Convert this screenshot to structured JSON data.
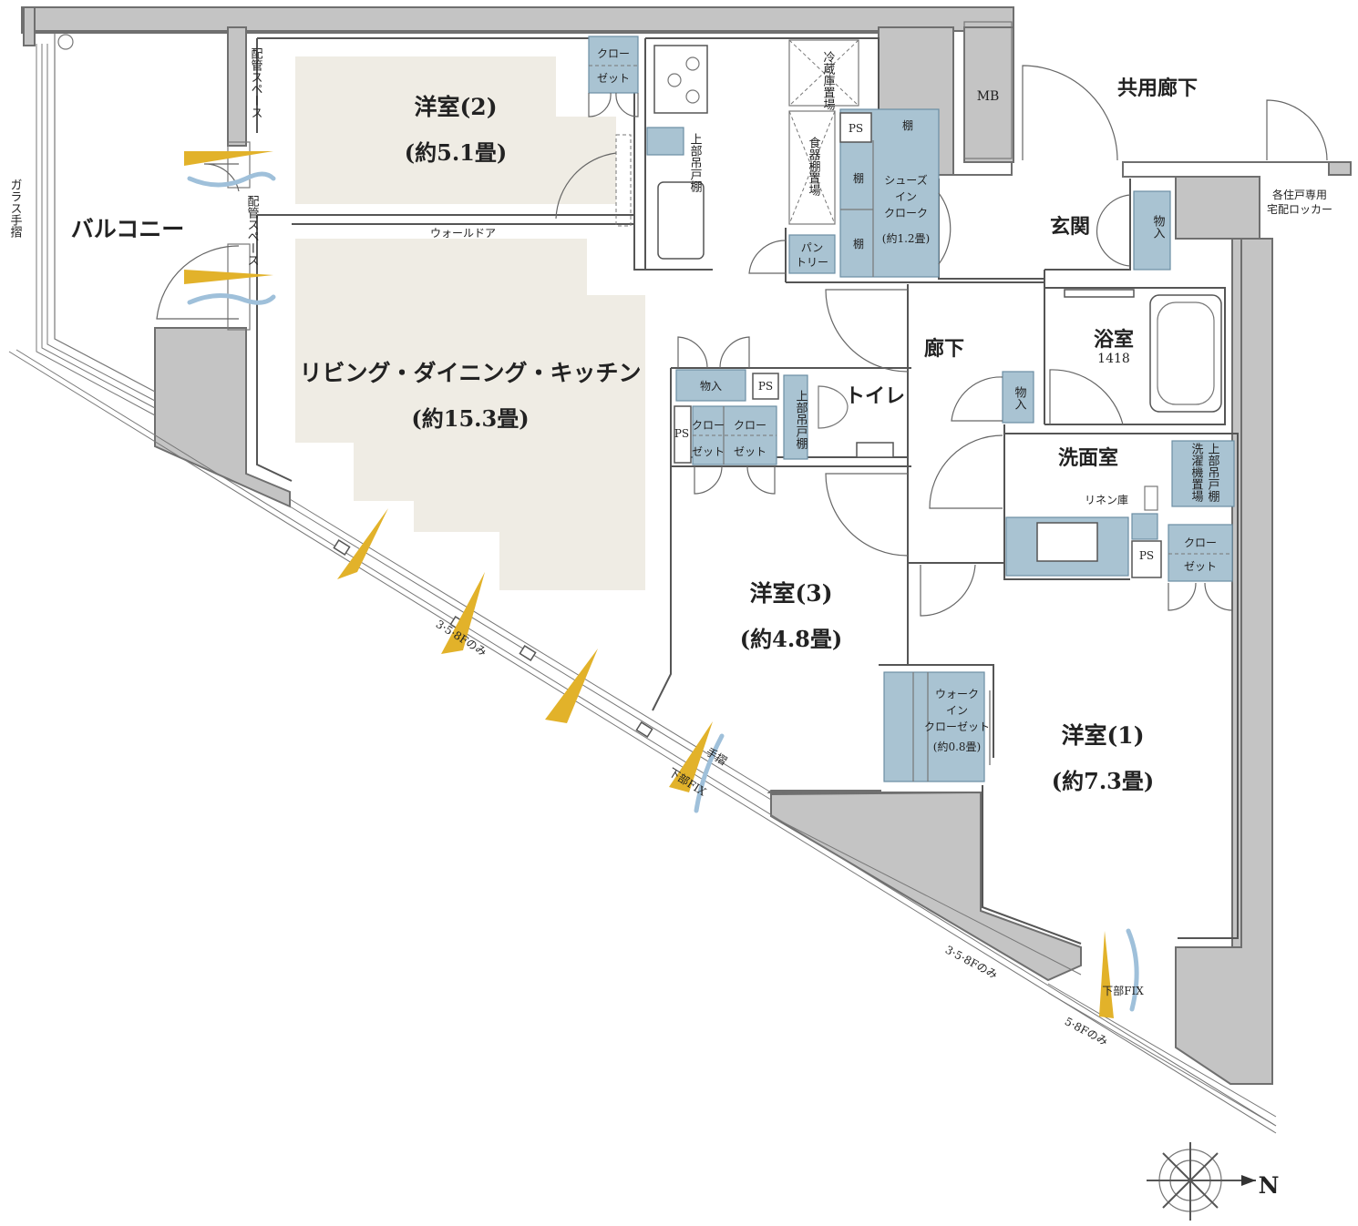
{
  "rooms": {
    "western2": {
      "name": "洋室(2)",
      "area": "(約5.1畳)"
    },
    "ldk": {
      "name": "リビング・ダイニング・キッチン",
      "area": "(約15.3畳)"
    },
    "western3": {
      "name": "洋室(3)",
      "area": "(約4.8畳)"
    },
    "western1": {
      "name": "洋室(1)",
      "area": "(約7.3畳)"
    },
    "balcony": "バルコニー",
    "entrance": "玄関",
    "hallway": "廊下",
    "bath": {
      "name": "浴室",
      "size": "1418"
    },
    "washroom": "洗面室",
    "toilet": "トイレ",
    "common_corridor": "共用廊下"
  },
  "labels": {
    "closet_top": "クロー",
    "closet_bottom": "ゼット",
    "mb": "MB",
    "ps": "PS",
    "storage": "物入",
    "storage_vertical": "物入",
    "shelf": "棚",
    "shoes_in_cloak": [
      "シューズ",
      "イン",
      "クローク",
      "(約1.2畳)"
    ],
    "pantry": [
      "パン",
      "トリー"
    ],
    "walk_in_closet": [
      "ウォーク",
      "イン",
      "クローゼット",
      "(約0.8畳)"
    ],
    "wall_door": "ウォールドア",
    "pipe_space": "配管スペース",
    "pipe_space_small": "配管スペース",
    "upper_cabinet": "上部吊戸棚",
    "upper_cabinet_toilet": "上部吊戸棚",
    "fridge": "冷蔵庫置場",
    "dish_shelf": "食器棚置場",
    "washer": "洗濯機置場",
    "washer_upper": "上部吊戸棚",
    "linen": "リネン庫",
    "glass_rail": "ガラス手摺",
    "delivery_locker": [
      "各住戸専用",
      "宅配ロッカー"
    ],
    "handrail": "手摺",
    "fix_lower_1": "下部FIX",
    "fix_lower_2": "下部FIX",
    "floor_note_1": "3·5·8Fのみ",
    "floor_note_2": "3·5·8Fのみ",
    "floor_note_3": "5·8Fのみ",
    "north": "N"
  }
}
